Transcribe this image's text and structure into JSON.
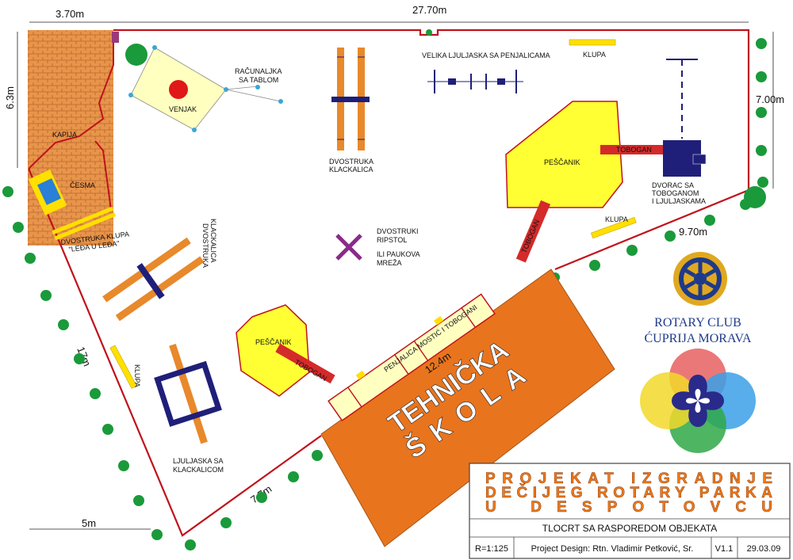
{
  "colors": {
    "boundary": "#c0121b",
    "brick": "#e8944a",
    "school": "#e8741e",
    "sand": "#ffff33",
    "slide": "#d42a2a",
    "wood": "#e8892b",
    "navy": "#1f1f7a",
    "tree": "#1a9a3a",
    "bench": "#ffe000",
    "rotary_blue": "#1e3a8a",
    "rotary_gold": "#e0a820",
    "title_orange": "#f07a1a"
  },
  "dimensions": {
    "top_left": "3.70m",
    "top_main": "27.70m",
    "left_side": "6.3m",
    "right_side": "7.00m",
    "right_lower": "9.70m",
    "diagonal_left": "17m",
    "bottom_left": "5m",
    "bottom_diag": "7.7m",
    "school_len": "12.4m"
  },
  "labels": {
    "kapija": "KAPIJA",
    "cesma": "ČESMA",
    "dvostruka_klupa_1": "DVOSTRUKA KLUPA",
    "dvostruka_klupa_2": "\"LEĐA U LEĐA\"",
    "venjak": "VENJAK",
    "racunaljka_1": "RAČUNALJKA",
    "racunaljka_2": "SA TABLOM",
    "klackalica_top_1": "DVOSTRUKA",
    "klackalica_top_2": "KLACKALICA",
    "klackalica_left_1": "DVOSTRUKA",
    "klackalica_left_2": "KLACKALICA",
    "velika_ljuljaska": "VELIKA LJULJASKA SA PENJALICAMA",
    "klupa_top": "KLUPA",
    "klupa_right": "KLUPA",
    "klupa_left": "KLUPA",
    "pescanik_top": "PEŠČANIK",
    "pescanik_left": "PEŠČANIK",
    "tobogan_1": "TOBOGAN",
    "tobogan_2": "TOBOGAN",
    "tobogan_3": "TOBOGAN",
    "dvorac_1": "DVORAC SA",
    "dvorac_2": "TOBOGANOM",
    "dvorac_3": "I LJULJASKAMA",
    "ripstol_1": "DVOSTRUKI",
    "ripstol_2": "RIPSTOL",
    "ripstol_3": "ILI PAUKOVA",
    "ripstol_4": "MREŽA",
    "penjalica": "PENJALICA MOSTIĆ I TOBOGANI",
    "ljuljaska_klack_1": "LJULJASKA SA",
    "ljuljaska_klack_2": "KLACKALICOM",
    "school_1": "TEHNIČKA",
    "school_2": "ŠKOLA"
  },
  "logo": {
    "line1": "ROTARY CLUB",
    "line2": "ĆUPRIJA MORAVA"
  },
  "title_block": {
    "line1": "PROJEKAT IZGRADNJE",
    "line2": "DEČIJEG ROTARY PARKA",
    "line3": "U DESPOTOVCU",
    "subtitle": "TLOCRT SA RASPOREDOM OBJEKATA",
    "scale": "R=1:125",
    "designer": "Project Design: Rtn. Vladimir Petković, Sr.",
    "version": "V1.1",
    "date": "29.03.09"
  }
}
